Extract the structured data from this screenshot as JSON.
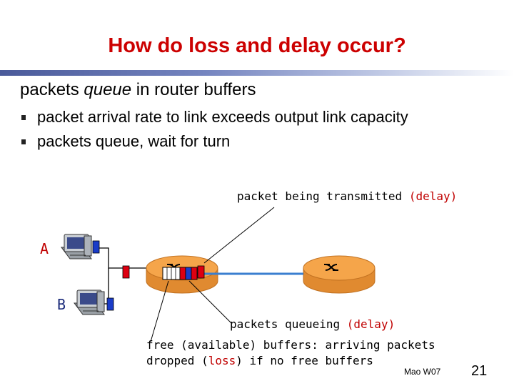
{
  "title": "How do loss and delay occur?",
  "intro": {
    "before": "packets ",
    "emphasis": "queue",
    "after": " in router buffers"
  },
  "bullets": [
    "packet arrival rate to link exceeds output link capacity",
    "packets queue, wait for turn"
  ],
  "diagram": {
    "transmit_label": "packet being transmitted ",
    "transmit_delay": "(delay)",
    "queue_label": "packets queueing ",
    "queue_delay": "(delay)",
    "free_line1": "free (available) buffers: arriving packets",
    "free_line2_a": "dropped (",
    "free_line2_loss": "loss",
    "free_line2_b": ") if no free buffers",
    "host_a": "A",
    "host_b": "B"
  },
  "footer": {
    "author": "Mao W07",
    "page": "21"
  },
  "colors": {
    "title": "#cc0000",
    "router": "#f5a54a",
    "packet": "#dd0011",
    "packet_blue": "#1a3cc8",
    "link": "#3a7fd0",
    "delay_text": "#c00000"
  }
}
